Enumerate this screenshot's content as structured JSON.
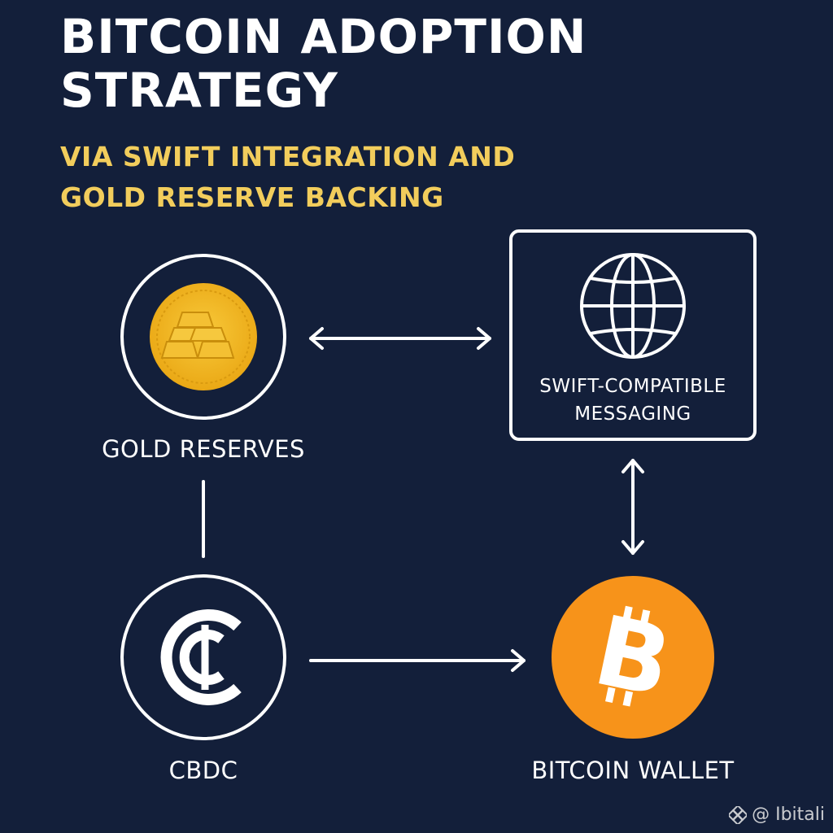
{
  "title": {
    "line1": "BITCOIN ADOPTION",
    "line2": "STRATEGY"
  },
  "subtitle": {
    "line1": "VIA SWIFT INTEGRATION AND",
    "line2": "GOLD RESERVE BACKING"
  },
  "nodes": {
    "gold_reserves": {
      "label": "GOLD RESERVES",
      "icon": "gold-bars-icon"
    },
    "swift": {
      "line1": "SWIFT-COMPATIBLE",
      "line2": "MESSAGING",
      "icon": "globe-icon"
    },
    "cbdc": {
      "label": "CBDC",
      "icon": "cent-icon"
    },
    "bitcoin_wallet": {
      "label": "BITCOIN WALLET",
      "icon": "bitcoin-icon"
    }
  },
  "watermark": {
    "text": "@ Ibitali"
  },
  "colors": {
    "background": "#131f3a",
    "title": "#ffffff",
    "subtitle": "#f2cd5c",
    "gold": "#f2b51f",
    "bitcoin": "#f7931a",
    "line": "#ffffff"
  }
}
